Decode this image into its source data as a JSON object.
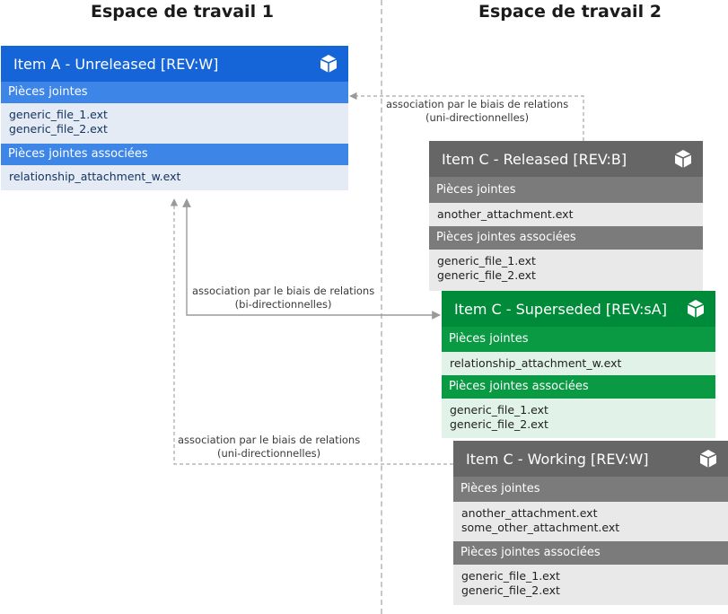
{
  "workspaces": {
    "left_title": "Espace de travail 1",
    "right_title": "Espace de travail 2"
  },
  "cards": {
    "item_a": {
      "title": "Item A - Unreleased [REV:W]",
      "attachments_header": "Pièces jointes",
      "attachments": [
        "generic_file_1.ext",
        "generic_file_2.ext"
      ],
      "related_header": "Pièces jointes associées",
      "related": [
        "relationship_attachment_w.ext"
      ],
      "icon": "cube-icon"
    },
    "item_c_released": {
      "title": "Item C - Released [REV:B]",
      "attachments_header": "Pièces jointes",
      "attachments": [
        "another_attachment.ext"
      ],
      "related_header": "Pièces jointes associées",
      "related": [
        "generic_file_1.ext",
        "generic_file_2.ext"
      ],
      "icon": "cube-icon"
    },
    "item_c_superseded": {
      "title": "Item C - Superseded [REV:sA]",
      "attachments_header": "Pièces jointes",
      "attachments": [
        "relationship_attachment_w.ext"
      ],
      "related_header": "Pièces jointes associées",
      "related": [
        "generic_file_1.ext",
        "generic_file_2.ext"
      ],
      "icon": "cube-icon"
    },
    "item_c_working": {
      "title": "Item C - Working [REV:W]",
      "attachments_header": "Pièces jointes",
      "attachments": [
        "another_attachment.ext",
        "some_other_attachment.ext"
      ],
      "related_header": "Pièces jointes associées",
      "related": [
        "generic_file_1.ext",
        "generic_file_2.ext"
      ],
      "icon": "cube-icon"
    }
  },
  "links": {
    "uni_top": {
      "line1": "association par le biais de relations",
      "line2": "(uni-directionnelles)"
    },
    "bi": {
      "line1": "association par le biais de relations",
      "line2": "(bi-directionnelles)"
    },
    "uni_bottom": {
      "line1": "association par le biais de relations",
      "line2": "(uni-directionnelles)"
    }
  },
  "colors": {
    "unreleased": "#1565d8",
    "released": "#666666",
    "superseded": "#008b3a",
    "working": "#666666",
    "connector": "#a0a0a0"
  }
}
